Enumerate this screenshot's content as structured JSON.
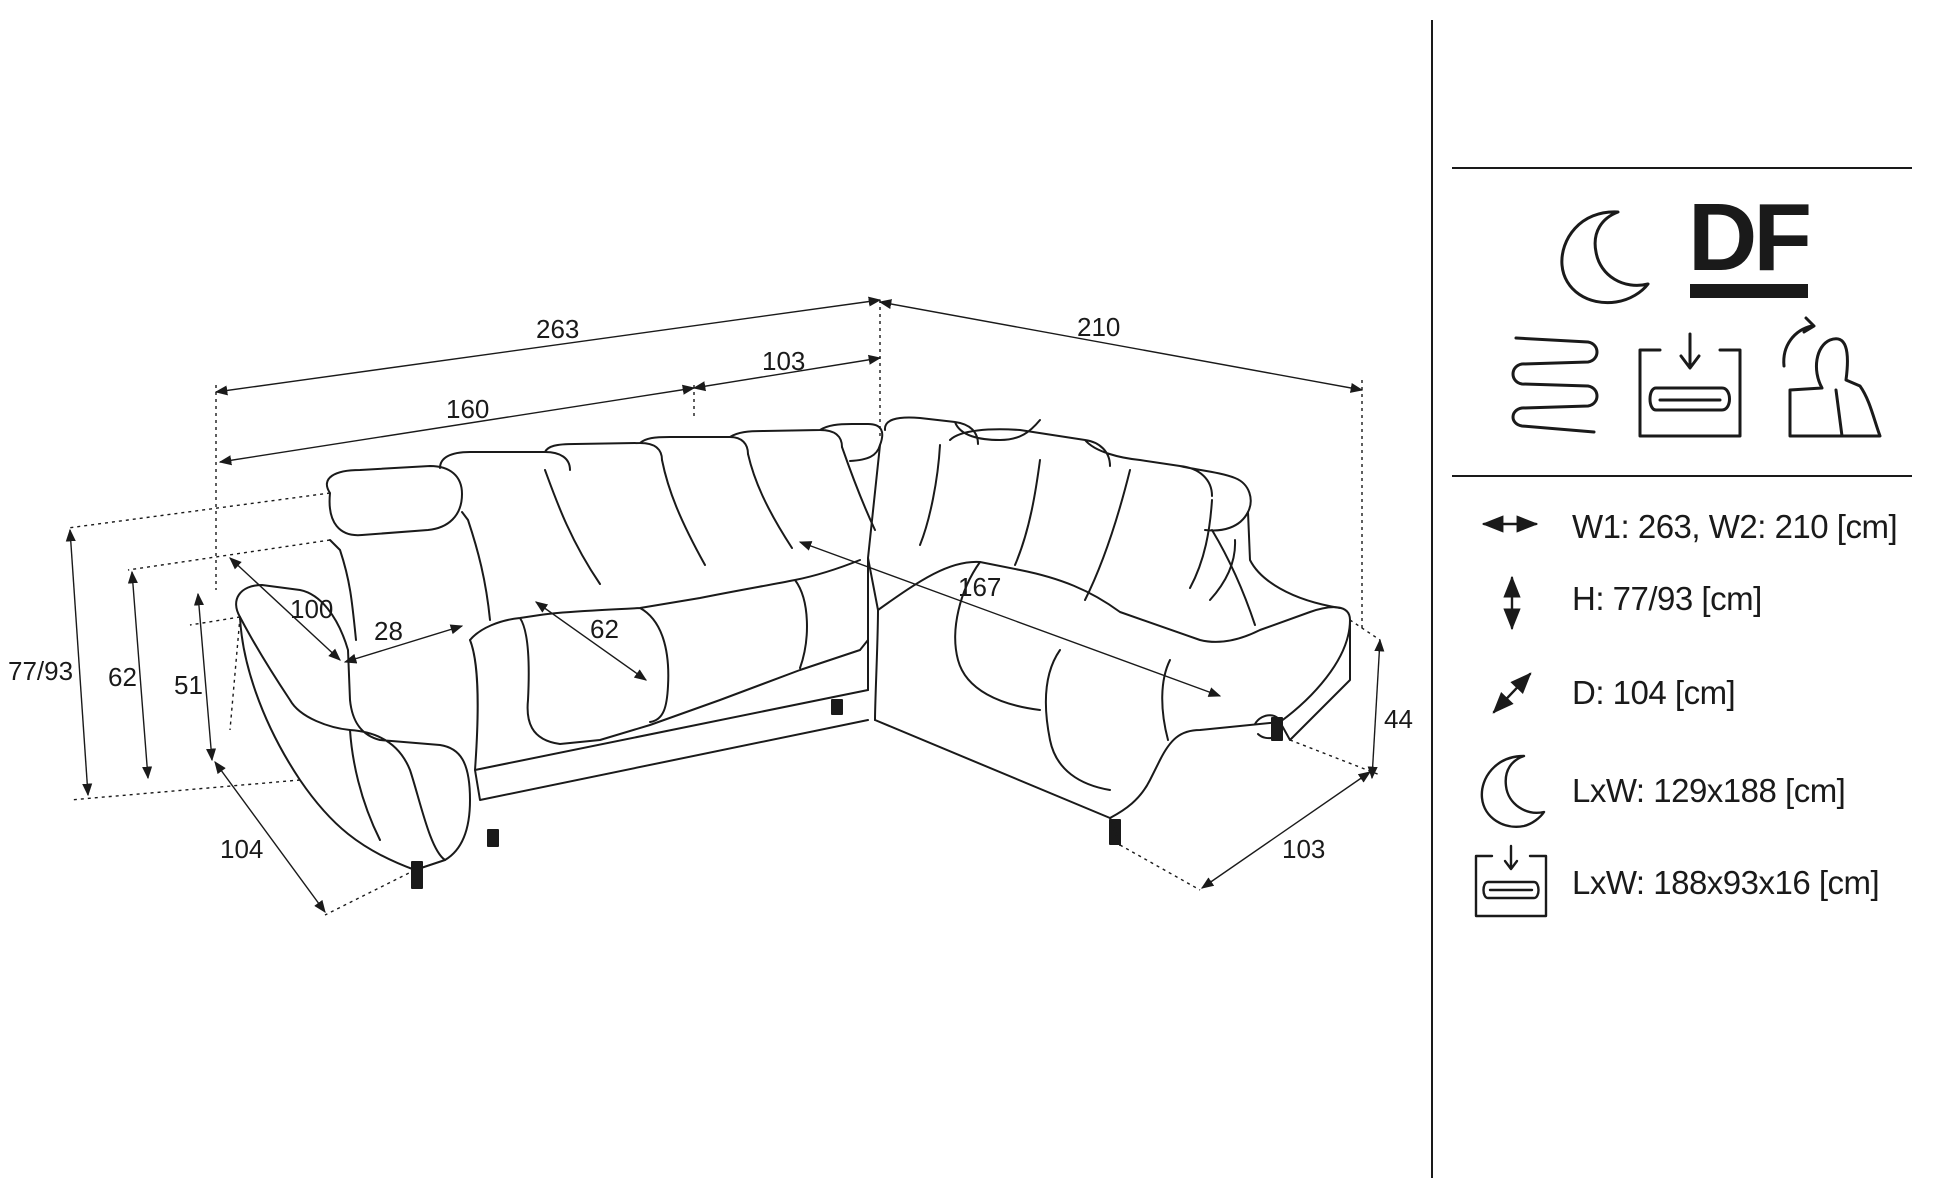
{
  "dimensions": {
    "width_total": "263",
    "width_right": "210",
    "back_seat_width": "160",
    "corner_width": "103",
    "armrest_depth": "100",
    "armrest_width": "28",
    "seat_depth": "62",
    "sleep_length": "167",
    "height_total": "77/93",
    "height_back": "62",
    "height_seat": "51",
    "depth_left": "104",
    "depth_right": "103",
    "height_right": "44"
  },
  "brand": {
    "logo_text": "DF"
  },
  "specs": [
    {
      "icon": "width-arrow-icon",
      "text": "W1: 263, W2: 210 [cm]"
    },
    {
      "icon": "height-arrow-icon",
      "text": "H: 77/93 [cm]"
    },
    {
      "icon": "depth-arrow-icon",
      "text": "D: 104 [cm]"
    },
    {
      "icon": "moon-icon",
      "text": "LxW: 129x188 [cm]"
    },
    {
      "icon": "storage-box-icon",
      "text": "LxW: 188x93x16 [cm]"
    }
  ],
  "feature_icons": [
    "sleep-function-icon",
    "spring-icon",
    "storage-container-icon",
    "adjustable-headrest-icon"
  ],
  "colors": {
    "line": "#1a1a1a",
    "background": "#ffffff"
  }
}
